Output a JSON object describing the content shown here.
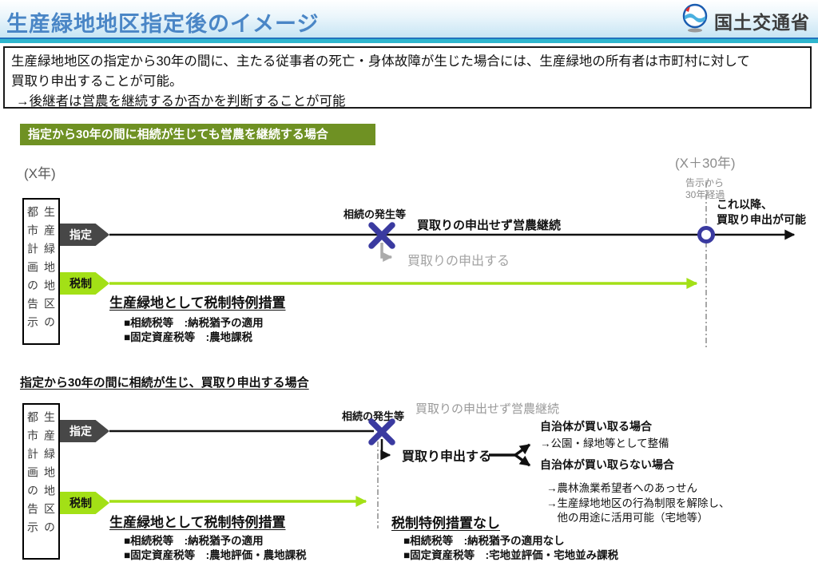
{
  "page": {
    "title": "生産緑地地区指定後のイメージ",
    "logo_text": "国土交通省"
  },
  "colors": {
    "title_blue": "#4a86c6",
    "header_line_blue": "#2273bd",
    "header_line_cyan": "#2fb6ce",
    "section_bar_green": "#6f9123",
    "tag_dark_gray": "#474747",
    "tag_chartreuse": "#a3e016",
    "mark_blue": "#3a3aa0",
    "gray_text": "#8c8c8c"
  },
  "intro": {
    "line1": "生産緑地地区の指定から30年の間に、主たる従事者の死亡・身体故障が生じた場合には、生産緑地の所有者は市町村に対して",
    "line2": "買取り申出することが可能。",
    "line3_prefix": "→後継者は",
    "line3_underline": "営農を継続するか否かを判断することが可能"
  },
  "section1": {
    "header": "指定から30年の間に相続が生じても営農を継続する場合",
    "x_year": "(X年)",
    "x30_year": "(X＋30年)",
    "notice_elapsed_line1": "告示から",
    "notice_elapsed_line2": "30年経過",
    "after_this_line1": "これ以降、",
    "after_this_line2": "買取り申出が可能",
    "axis_box_col1": "生産緑地地区の",
    "axis_box_col2": "都市計画の告示",
    "shitei_label": "指定",
    "zeisei_label": "税制",
    "inheritance_label": "相続の発生等",
    "continue_label": "買取りの申出せず営農継続",
    "moushide_label": "買取りの申出する",
    "tax_title": "生産緑地として税制特例措置",
    "tax_item1": "■相続税等　:納税猶予の適用",
    "tax_item2": "■固定資産税等　:農地課税"
  },
  "section2": {
    "header": "指定から30年の間に相続が生じ、買取り申出する場合",
    "axis_box_col1": "生産緑地地区の",
    "axis_box_col2": "都市計画の告示",
    "shitei_label": "指定",
    "zeisei_label": "税制",
    "inheritance_label": "相続の発生等",
    "continue_label": "買取りの申出せず営農継続",
    "moushide_label": "買取り申出する",
    "buy_case_title": "自治体が買い取る場合",
    "buy_case_item": "→公園・緑地等として整備",
    "nobuy_case_title": "自治体が買い取らない場合",
    "nobuy_item1": "→農林漁業希望者へのあっせん",
    "nobuy_item2": "→生産緑地地区の行為制限を解除し、",
    "nobuy_item3": "　他の用途に活用可能（宅地等）",
    "tax_title": "生産緑地として税制特例措置",
    "tax_item1": "■相続税等　:納税猶予の適用",
    "tax_item2": "■固定資産税等　:農地評価・農地課税",
    "notax_title": "税制特例措置なし",
    "notax_item1": "■相続税等　:納税猶予の適用なし",
    "notax_item2": "■固定資産税等　:宅地並評価・宅地並み課税"
  }
}
